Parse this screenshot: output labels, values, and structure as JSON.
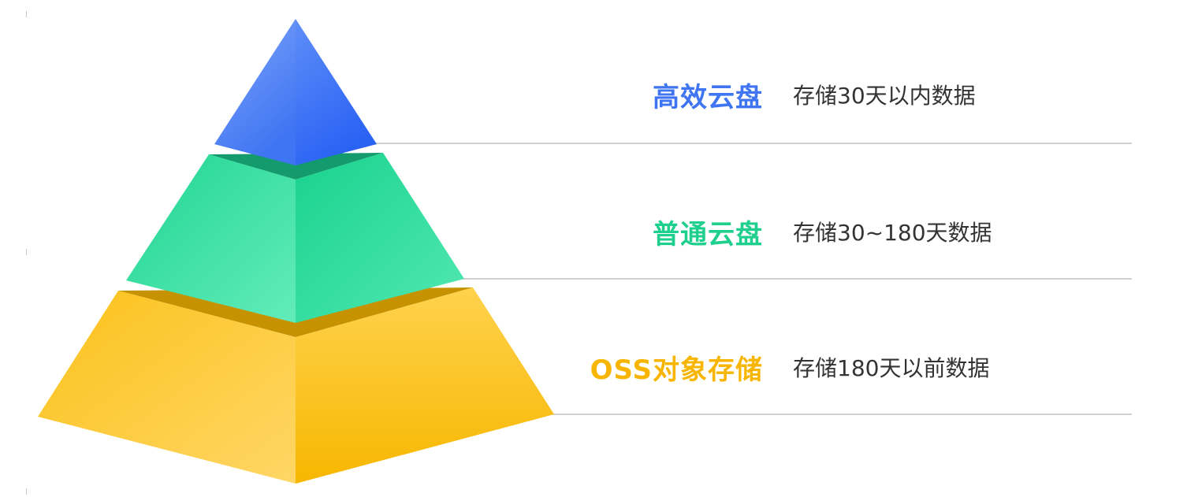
{
  "diagram": {
    "tiers": [
      {
        "id": "top",
        "name": "高效云盘",
        "desc": "存储30天以内数据",
        "color": "#3f74f2",
        "gradient_light": "#7fa6fb",
        "gradient_dark": "#2f66f5",
        "shadow": "#1f4fb8"
      },
      {
        "id": "middle",
        "name": "普通云盘",
        "desc": "存储30~180天数据",
        "color": "#1fcf8e",
        "gradient_light": "#5deab7",
        "gradient_dark": "#17c98a",
        "shadow": "#12966a"
      },
      {
        "id": "bottom",
        "name": "OSS对象存储",
        "desc": "存储180天以前数据",
        "color": "#f8b500",
        "gradient_light": "#ffd867",
        "gradient_dark": "#f7b200",
        "shadow": "#c88f00"
      }
    ],
    "divider_color": "#bfbfbf"
  }
}
